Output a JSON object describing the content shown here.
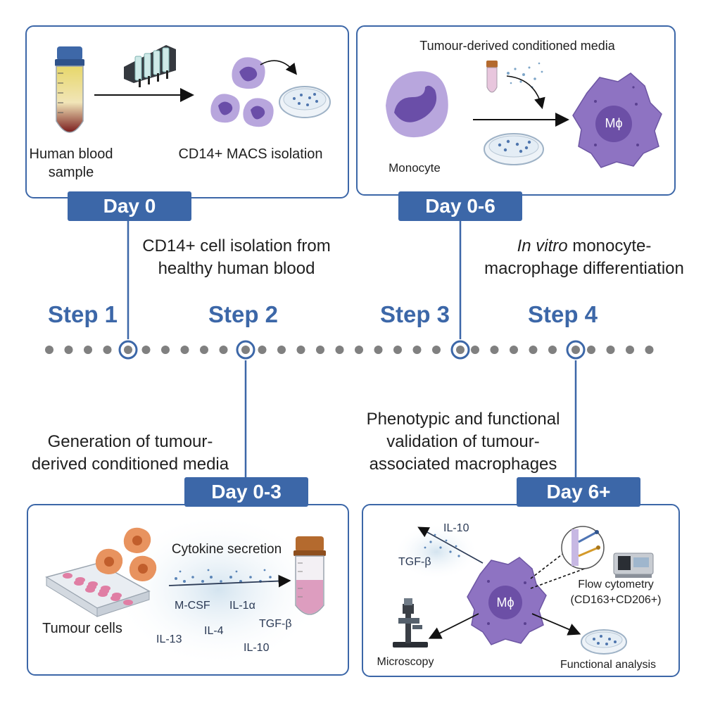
{
  "steps": [
    {
      "label": "Step 1",
      "day": "Day 0",
      "description_lines": [
        "CD14+ cell isolation from",
        "healthy human blood"
      ]
    },
    {
      "label": "Step 2",
      "day": "Day 0-3",
      "description_lines": [
        "Generation of tumour-",
        "derived conditioned media"
      ]
    },
    {
      "label": "Step 3",
      "day": "Day 0-6",
      "description_em": "In vitro",
      "description_lines": [
        " monocyte-",
        "macrophage differentiation"
      ]
    },
    {
      "label": "Step 4",
      "day": "Day 6+",
      "description_lines": [
        "Phenotypic and functional",
        "validation of tumour-",
        "associated macrophages"
      ]
    }
  ],
  "panel1": {
    "blood_label": "Human blood\nsample",
    "blood_line1": "Human blood",
    "blood_line2": "sample",
    "macs_label": "CD14+ MACS isolation"
  },
  "panel2": {
    "title": "Tumour-derived conditioned media",
    "monocyte_label": "Monocyte",
    "macrophage_label": "Mϕ"
  },
  "panel3": {
    "tumour_label": "Tumour cells",
    "secretion_label": "Cytokine secretion",
    "cytokines": [
      "M-CSF",
      "IL-1α",
      "TGF-β",
      "IL-4",
      "IL-13",
      "IL-10"
    ]
  },
  "panel4": {
    "macrophage_label": "Mϕ",
    "il10": "IL-10",
    "tgfb": "TGF-β",
    "flow_line1": "Flow cytometry",
    "flow_line2": "(CD163+CD206+)",
    "microscopy": "Microscopy",
    "functional": "Functional analysis"
  },
  "colors": {
    "accent": "#3c67a8",
    "monocyte": "#8e73c2",
    "tumour": "#e8935f",
    "dots": "#808080"
  }
}
